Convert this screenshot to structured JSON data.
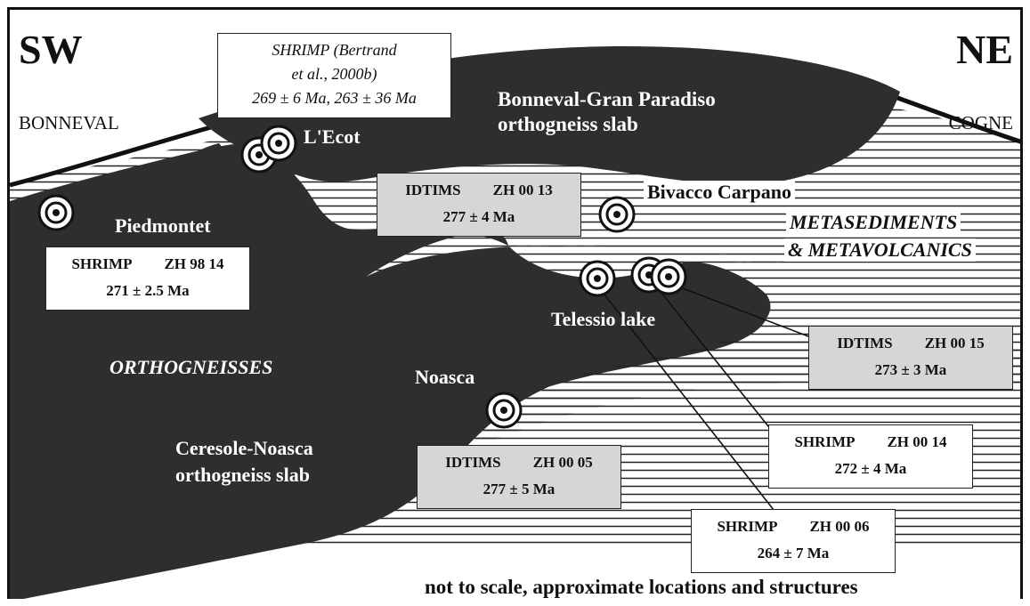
{
  "orientation": {
    "left": "SW",
    "right": "NE"
  },
  "ends": {
    "left": "BONNEVAL",
    "right": "COGNE"
  },
  "reference": {
    "line1": "SHRIMP (Bertrand",
    "line2": "et al., 2000b)",
    "line3": "269 ± 6 Ma, 263 ± 36 Ma"
  },
  "labels": {
    "lecot": "L'Ecot",
    "upper_slab_1": "Bonneval-Gran Paradiso",
    "upper_slab_2": "orthogneiss slab",
    "bivacco": "Bivacco Carpano",
    "meta_1": "METASEDIMENTS",
    "meta_2": "& METAVOLCANICS",
    "piedmontet": "Piedmontet",
    "telessio": "Telessio lake",
    "orthogneisses": "ORTHOGNEISSES",
    "noasca": "Noasca",
    "lower_slab_1": "Ceresole-Noasca",
    "lower_slab_2": "orthogneiss slab"
  },
  "samples": [
    {
      "method": "SHRIMP",
      "id": "ZH 98 14",
      "age": "271 ± 2.5 Ma"
    },
    {
      "method": "IDTIMS",
      "id": "ZH 00 13",
      "age": "277 ± 4 Ma"
    },
    {
      "method": "IDTIMS",
      "id": "ZH 00 15",
      "age": "273 ± 3 Ma"
    },
    {
      "method": "SHRIMP",
      "id": "ZH 00 14",
      "age": "272 ± 4 Ma"
    },
    {
      "method": "IDTIMS",
      "id": "ZH 00 05",
      "age": "277 ± 5 Ma"
    },
    {
      "method": "SHRIMP",
      "id": "ZH 00 06",
      "age": "264 ± 7 Ma"
    }
  ],
  "footnote": "not to scale, approximate locations and structures",
  "colors": {
    "rock": "#2e2e2e",
    "box_fill": "#d6d6d6",
    "hatch": "#222222"
  }
}
